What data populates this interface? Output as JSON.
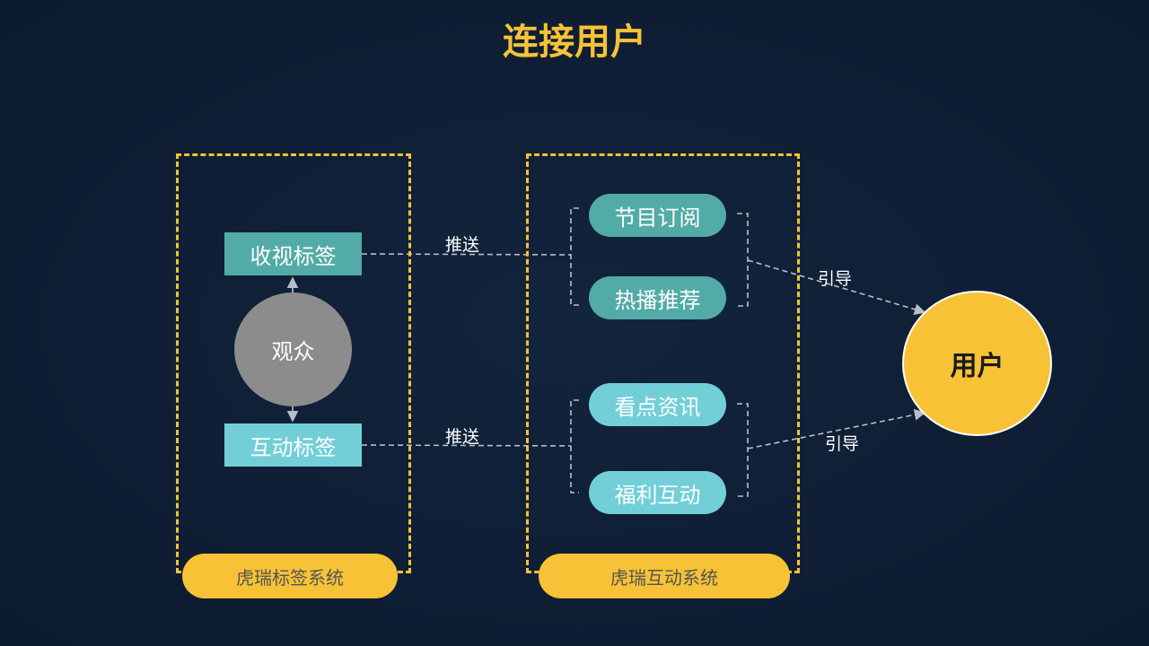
{
  "title": "连接用户",
  "left_system": {
    "footer": "虎瑞标签系统",
    "viewing_tag": "收视标签",
    "audience": "观众",
    "interaction_tag": "互动标签"
  },
  "right_system": {
    "footer": "虎瑞互动系统",
    "items": [
      "节目订阅",
      "热播推荐",
      "看点资讯",
      "福利互动"
    ]
  },
  "edges": {
    "push_top": "推送",
    "push_bottom": "推送",
    "guide_top": "引导",
    "guide_bottom": "引导"
  },
  "target": "用户",
  "colors": {
    "accent_yellow": "#f7c235",
    "teal_dark": "#52aba6",
    "teal_light": "#72cfd8",
    "gray_circle": "#8c8c8c"
  }
}
